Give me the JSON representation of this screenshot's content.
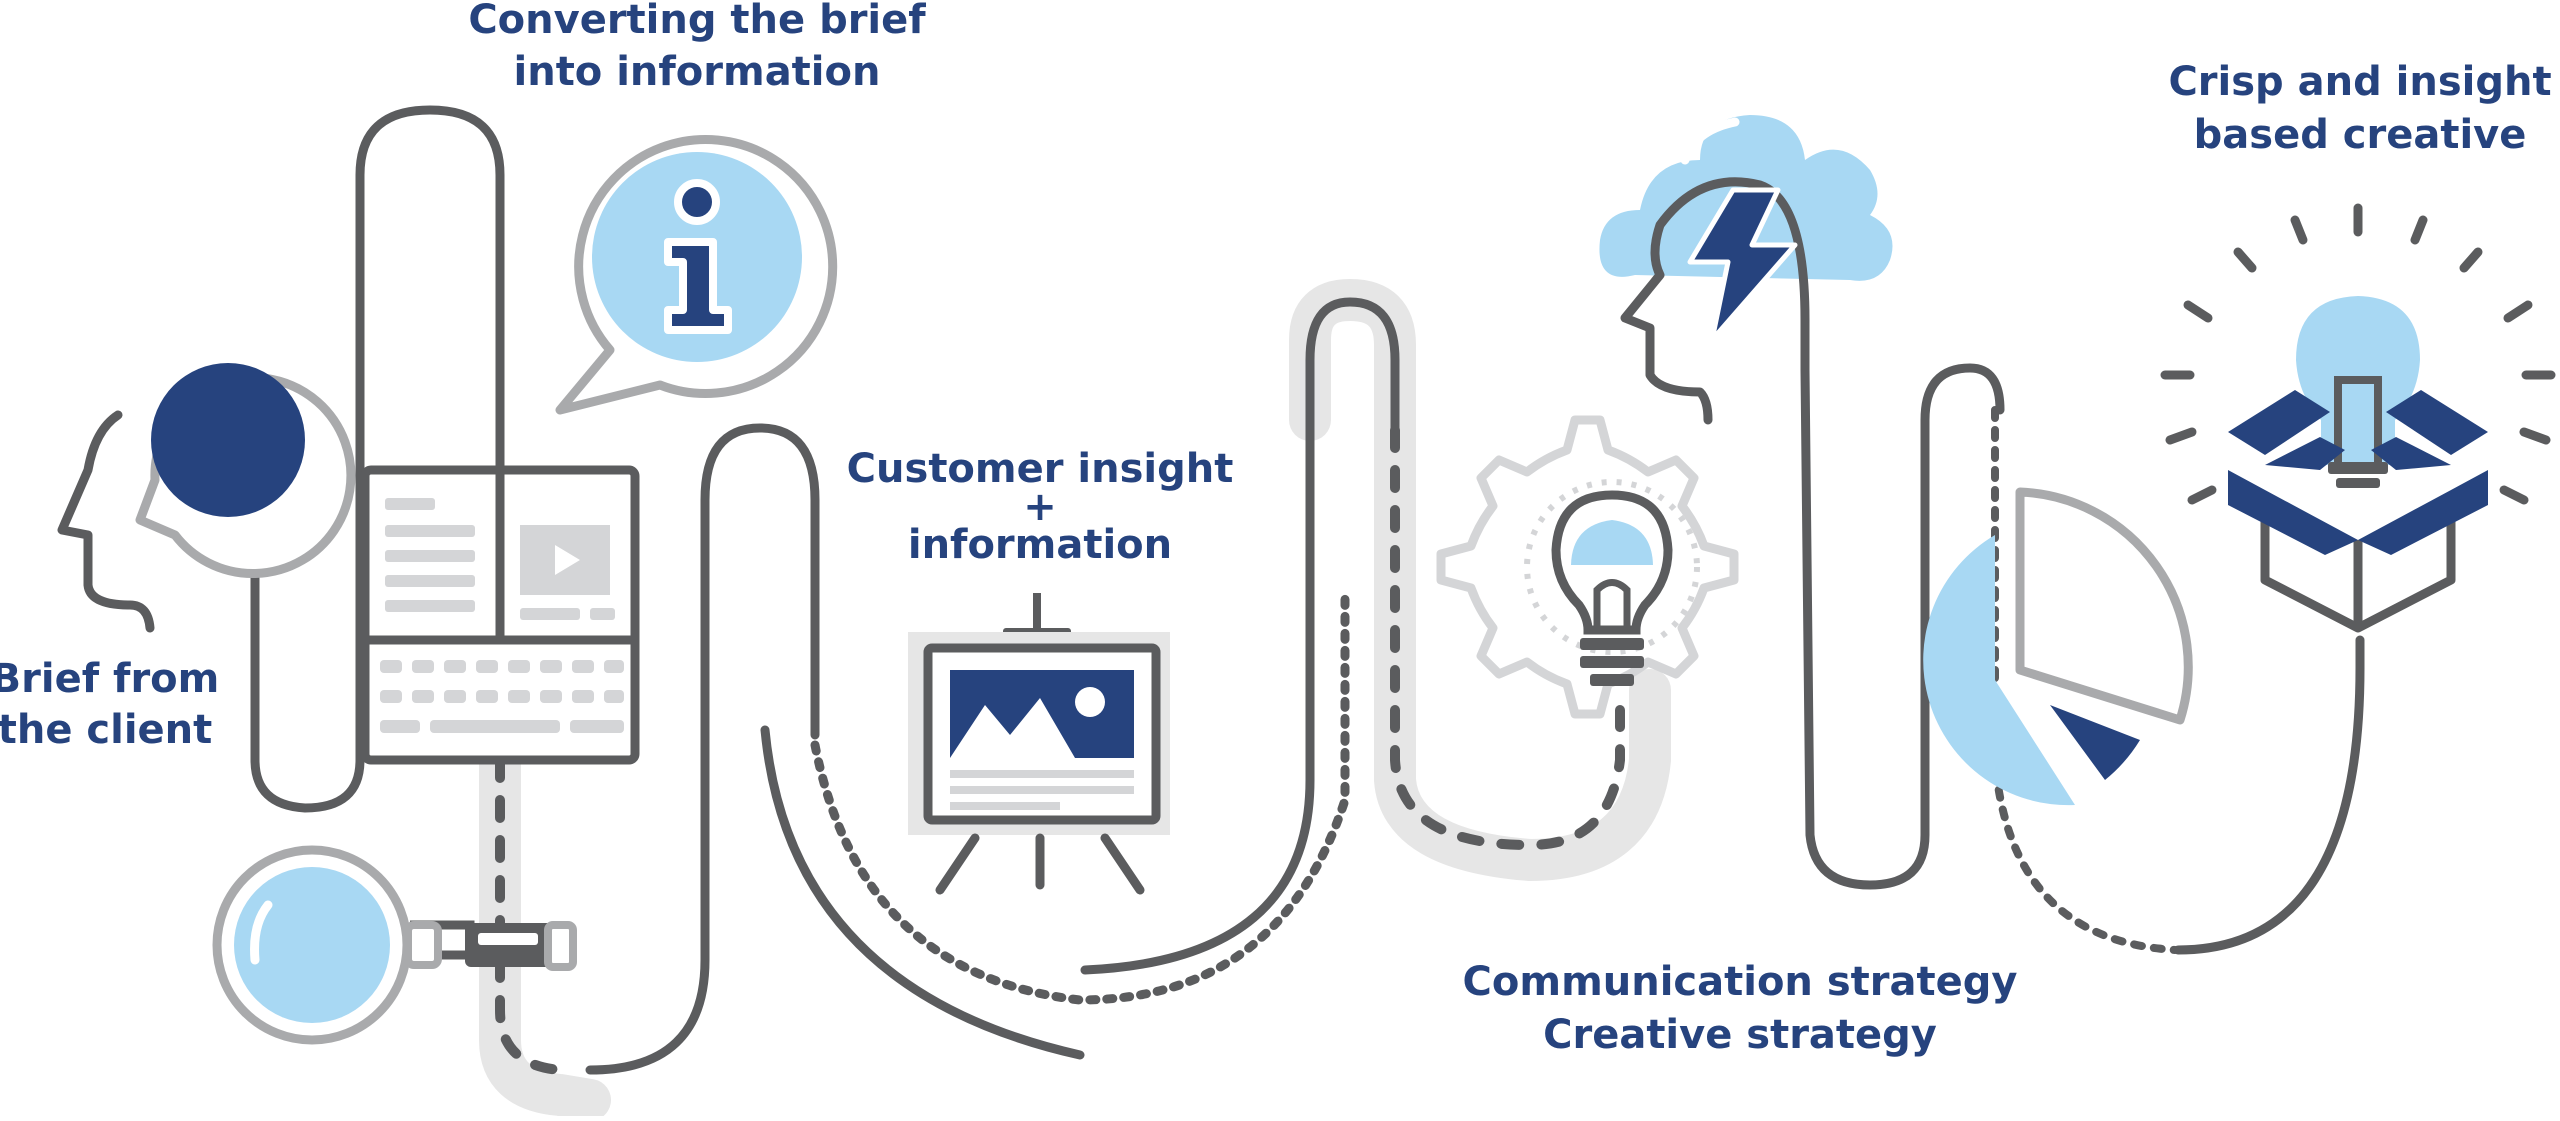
{
  "stages": [
    {
      "id": "brief",
      "lines": [
        "Brief from",
        "the client"
      ]
    },
    {
      "id": "convert",
      "lines": [
        "Converting the brief",
        "into information"
      ]
    },
    {
      "id": "insight",
      "lines": [
        "Customer insight",
        "+",
        "information"
      ]
    },
    {
      "id": "strategy",
      "lines": [
        "Communication strategy",
        "Creative strategy"
      ]
    },
    {
      "id": "creative",
      "lines": [
        "Crisp and insight",
        "based creative"
      ]
    }
  ],
  "colors": {
    "navy": "#26437e",
    "light_blue": "#a8d8f3",
    "dark_gray": "#5b5c5e",
    "mid_gray": "#a9aaac",
    "light_gray": "#e6e6e6"
  }
}
